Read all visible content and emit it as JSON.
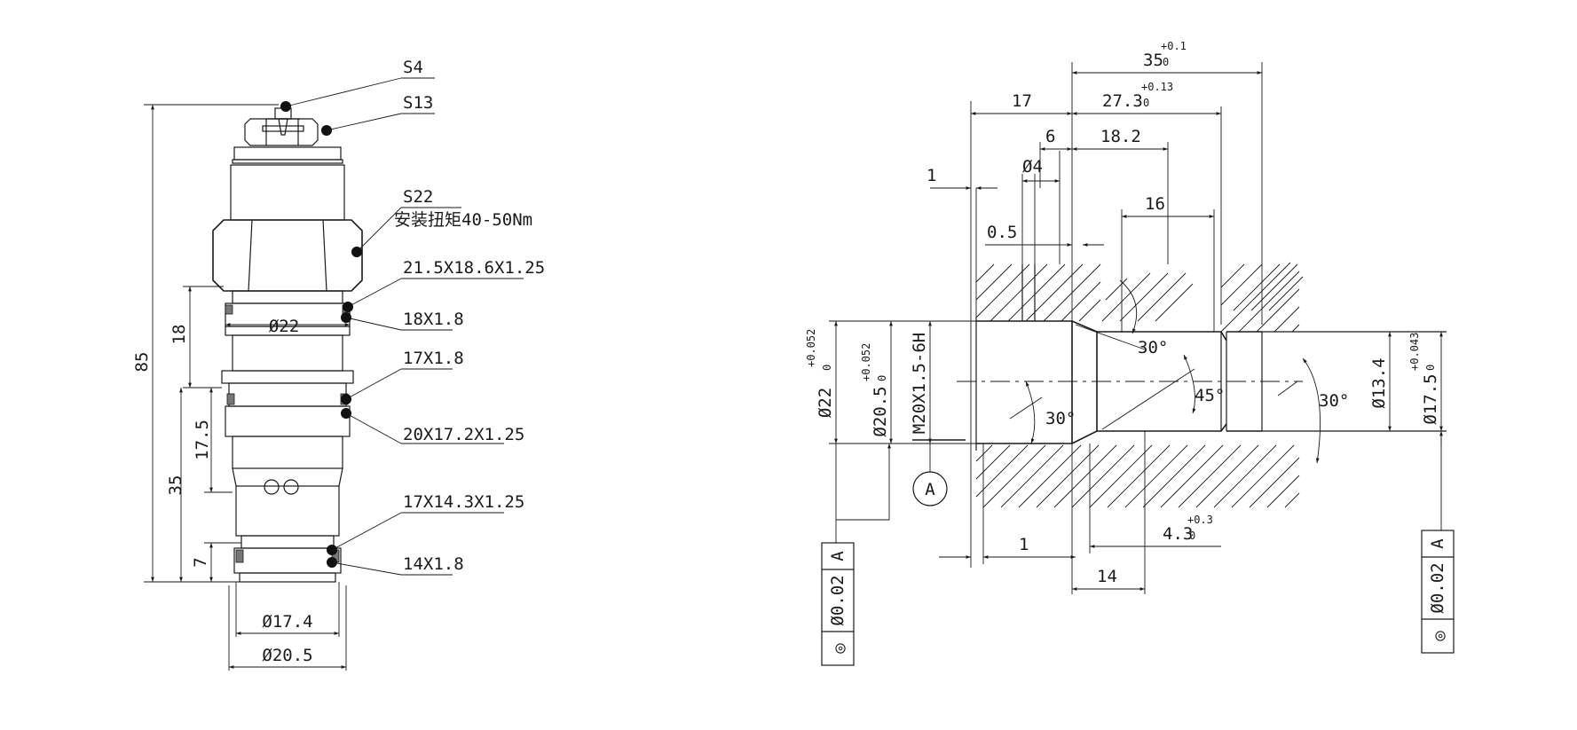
{
  "left_view": {
    "callouts": {
      "s4": "S4",
      "s13": "S13",
      "s22": "S22",
      "torque": "安装扭矩40-50Nm",
      "seal_1": "21.5X18.6X1.25",
      "seal_2": "18X1.8",
      "seal_3": "17X1.8",
      "seal_4": "20X17.2X1.25",
      "seal_5": "17X14.3X1.25",
      "seal_6": "14X1.8"
    },
    "dimensions": {
      "overall_length": "85",
      "d18": "18",
      "d35": "35",
      "d17_5": "17.5",
      "d7": "7",
      "dia22": "Ø22",
      "dia17_4": "Ø17.4",
      "dia20_5": "Ø20.5"
    }
  },
  "right_view": {
    "dimensions": {
      "d35": "35",
      "d35_tol_upper": "+0.1",
      "d35_tol_lower": "0",
      "d27_3": "27.3",
      "d27_3_tol_upper": "+0.13",
      "d27_3_tol_lower": "0",
      "d17": "17",
      "d6": "6",
      "d18_2": "18.2",
      "dia4": "Ø4",
      "d1_top": "1",
      "d16": "16",
      "d0_5": "0.5",
      "angle_30_upper": "30°",
      "angle_30_left": "30°",
      "angle_45": "45°",
      "angle_30_right": "30°",
      "dia22": "Ø22",
      "dia22_tol_upper": "+0.052",
      "dia22_tol_lower": "0",
      "dia20_5": "Ø20.5",
      "dia20_5_tol_upper": "+0.052",
      "dia20_5_tol_lower": "0",
      "thread": "M20X1.5-6H",
      "dia13_4": "Ø13.4",
      "dia17_5": "Ø17.5",
      "dia17_5_tol_upper": "+0.043",
      "dia17_5_tol_lower": "0",
      "d1_bottom": "1",
      "d4_3": "4.3",
      "d4_3_tol_upper": "+0.3",
      "d4_3_tol_lower": "0",
      "d14": "14",
      "datum_label": "A"
    },
    "tolerance_frames": [
      {
        "symbol": "◎",
        "tolerance": "Ø0.02",
        "datum": "A"
      },
      {
        "symbol": "◎",
        "tolerance": "Ø0.02",
        "datum": "A"
      }
    ]
  }
}
